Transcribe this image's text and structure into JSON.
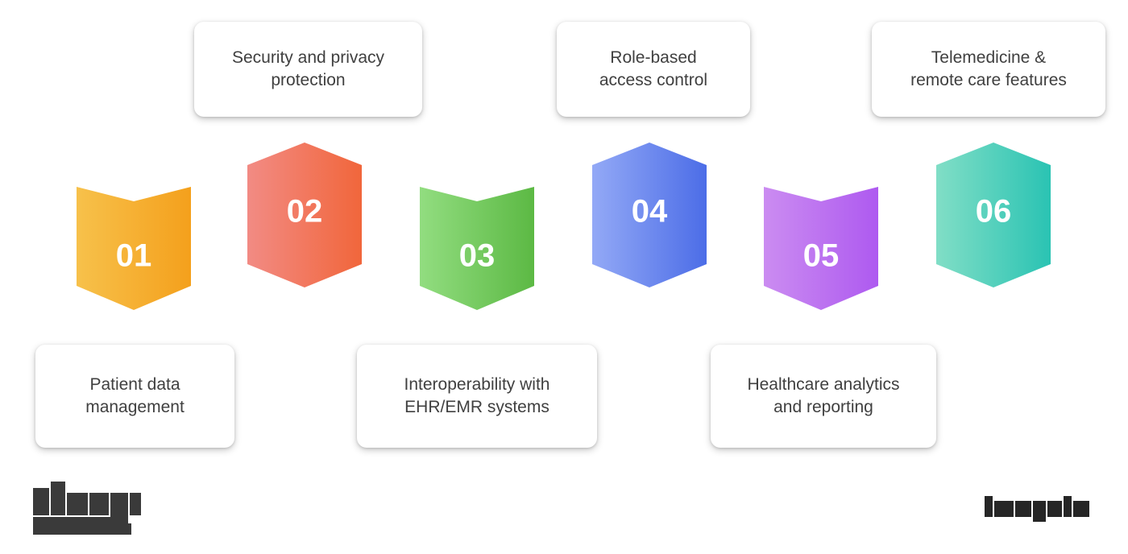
{
  "infographic": {
    "title": "Healthcare software key features zigzag infographic",
    "background_color": "#ffffff",
    "card_text_color": "#404040",
    "number_text_color": "#ffffff"
  },
  "steps": [
    {
      "number": "01",
      "label": "Patient data\nmanagement",
      "position": "bottom",
      "color_start": "#F7C14B",
      "color_end": "#F4A01C",
      "accent": "#F5B23A"
    },
    {
      "number": "02",
      "label": "Security and privacy\nprotection",
      "position": "top",
      "color_start": "#F28B84",
      "color_end": "#F1663B",
      "accent": "#F27960"
    },
    {
      "number": "03",
      "label": "Interoperability with\nEHR/EMR systems",
      "position": "bottom",
      "color_start": "#92DD80",
      "color_end": "#5CB944",
      "accent": "#77CB62"
    },
    {
      "number": "04",
      "label": "Role-based\naccess control",
      "position": "top",
      "color_start": "#93A9F6",
      "color_end": "#4C6DE7",
      "accent": "#6E8BEF"
    },
    {
      "number": "05",
      "label": "Healthcare analytics\nand reporting",
      "position": "bottom",
      "color_start": "#CB8CF1",
      "color_end": "#AE5AF0",
      "accent": "#BC73F0"
    },
    {
      "number": "06",
      "label": "Telemedicine &\nremote care features",
      "position": "top",
      "color_start": "#81DEC6",
      "color_end": "#2AC3B3",
      "accent": "#56D0BC"
    }
  ]
}
